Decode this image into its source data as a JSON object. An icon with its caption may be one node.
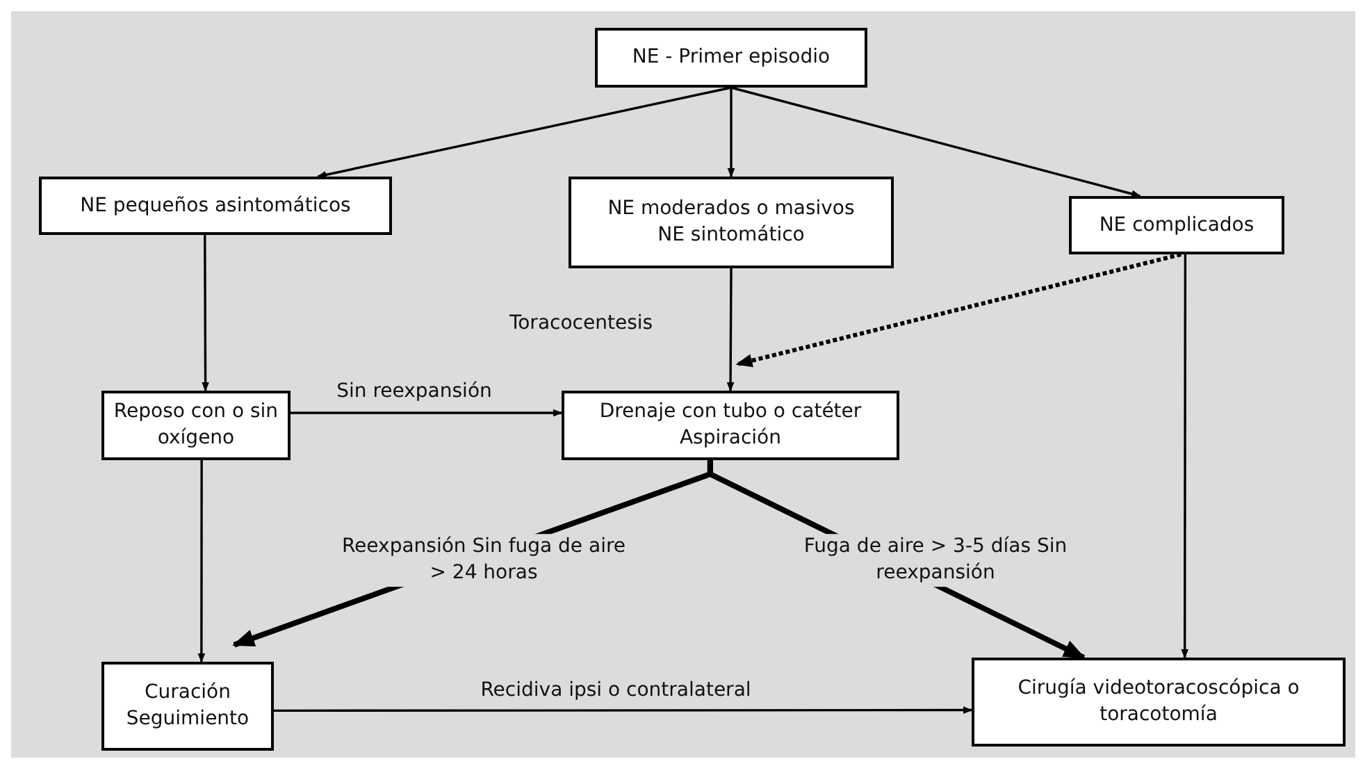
{
  "diagram": {
    "nodes": [
      {
        "text": [
          "NE - Primer episodio"
        ]
      },
      {
        "text": [
          "NE pequeños asintomáticos"
        ]
      },
      {
        "text": [
          "NE moderados o masivos",
          "NE sintomático"
        ]
      },
      {
        "text": [
          "NE complicados"
        ]
      },
      {
        "text": [
          "Reposo con o sin oxígeno"
        ]
      },
      {
        "text": [
          "Drenaje con tubo o catéter",
          "Aspiración"
        ]
      },
      {
        "text": [
          "Curación",
          "Seguimiento"
        ]
      },
      {
        "text": [
          "Cirugía videotoracoscópica o toracotomía"
        ]
      }
    ],
    "edges": [
      {
        "from": 0,
        "to": 1,
        "arrow": "to"
      },
      {
        "from": 0,
        "to": 2,
        "arrow": "to"
      },
      {
        "from": 0,
        "to": 3,
        "arrow": "to"
      },
      {
        "from": 1,
        "to": 4,
        "arrow": "to"
      },
      {
        "from": 2,
        "to": 5,
        "arrow": "to",
        "label": "Toracocentesis"
      },
      {
        "from": 3,
        "to": 5,
        "arrow": "to",
        "style": "dashed"
      },
      {
        "from": 3,
        "to": 7,
        "arrow": "to"
      },
      {
        "from": 4,
        "to": 5,
        "arrow": "to",
        "label": "Sin reexpansión"
      },
      {
        "from": 4,
        "to": 6,
        "arrow": "to"
      },
      {
        "from": 5,
        "to": 6,
        "arrow": "to",
        "style": "thick",
        "label": "Reexpansión Sin fuga de aire > 24 horas"
      },
      {
        "from": 5,
        "to": 7,
        "arrow": "to",
        "style": "thick",
        "label": "Fuga de aire > 3-5 días Sin reexpansión"
      },
      {
        "from": 6,
        "to": 7,
        "arrow": "to",
        "label": "Recidiva ipsi o contralateral"
      }
    ]
  }
}
